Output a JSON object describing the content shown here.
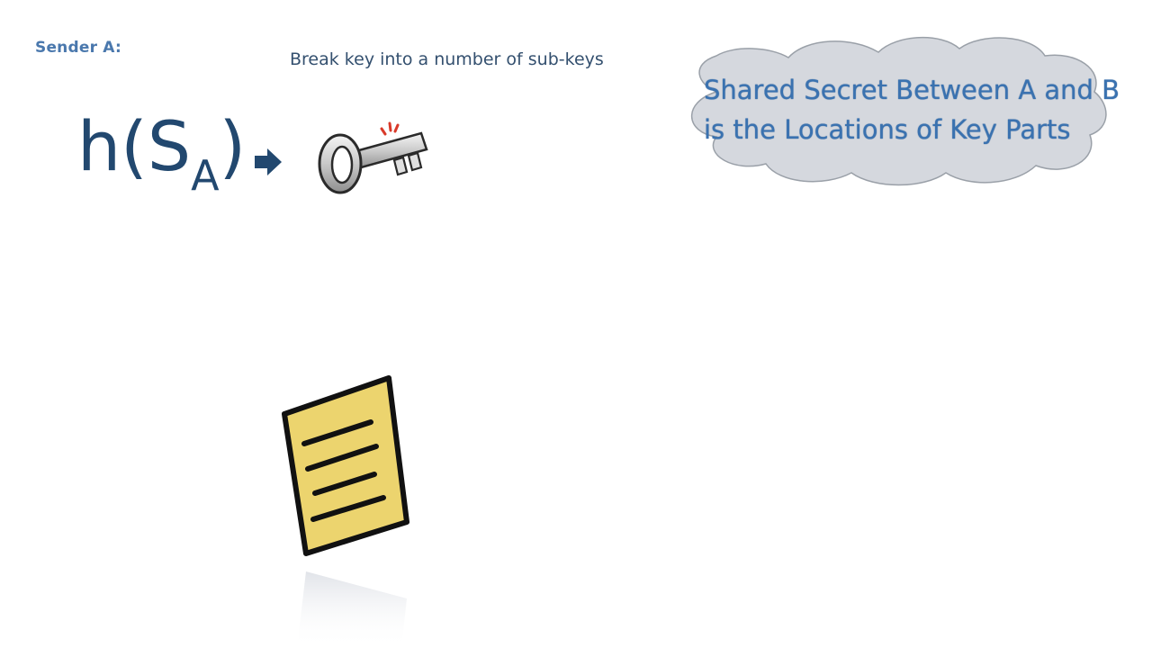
{
  "slide": {
    "sender_label": "Sender A:",
    "step_title": "Break key into a number of sub-keys",
    "hash_expression": {
      "function": "h(S",
      "subscript": "A",
      "close": ")"
    },
    "cloud_text": "Shared Secret Between A and B is the Locations of Key Parts",
    "icons": {
      "arrow": "right-arrow-icon",
      "key": "key-icon",
      "document": "document-note-icon"
    },
    "colors": {
      "text_dark_blue": "#22486f",
      "text_blue": "#3a72b0",
      "cloud_fill": "#d5d8de",
      "note_fill": "#ecd46e"
    }
  }
}
